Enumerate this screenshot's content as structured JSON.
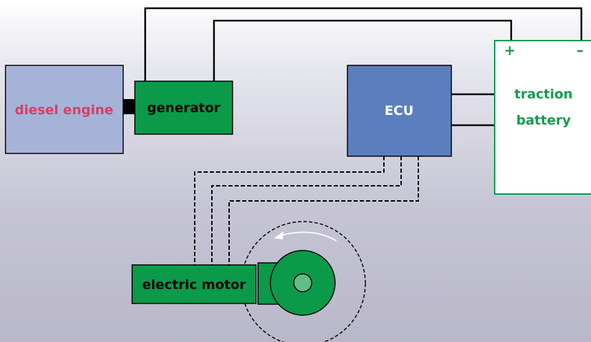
{
  "diagram": {
    "diesel_engine": {
      "label": "diesel engine"
    },
    "generator": {
      "label": "generator"
    },
    "ecu": {
      "label": "ECU"
    },
    "battery": {
      "line1": "traction",
      "line2": "battery",
      "plus": "+",
      "minus": "–"
    },
    "motor": {
      "label": "electric motor"
    }
  },
  "colors": {
    "engine_fill": "#a6b3d9",
    "engine_text": "#d63f63",
    "green": "#0a9a4a",
    "ecu_fill": "#5b7fbe",
    "battery_text": "#129c4c",
    "wire": "#000000"
  }
}
